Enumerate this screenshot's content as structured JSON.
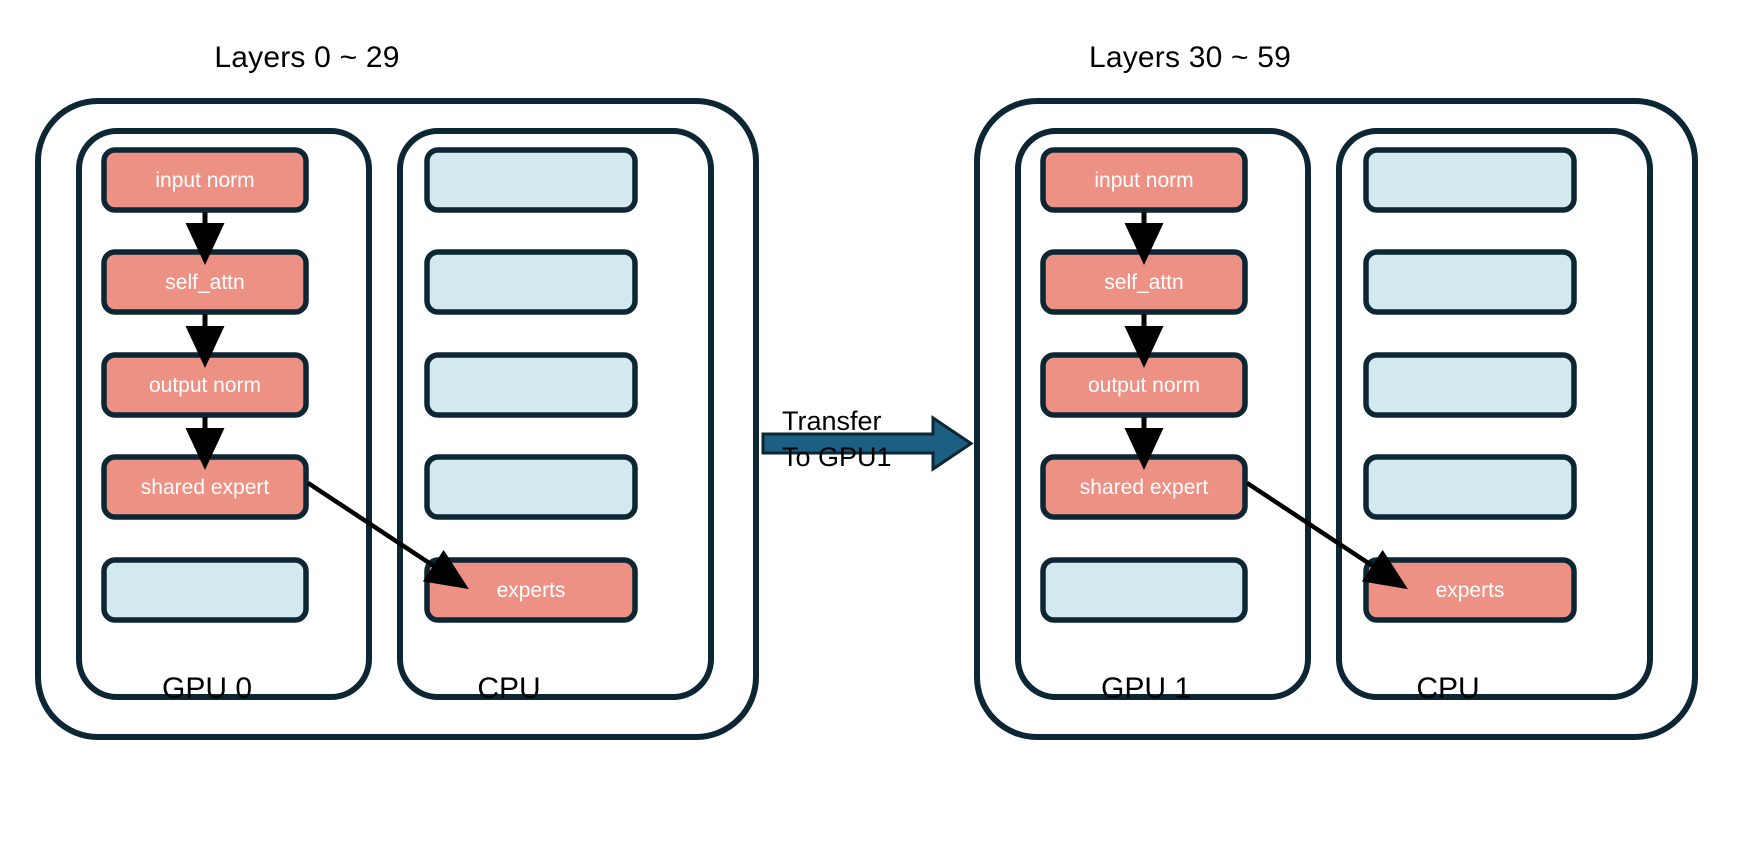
{
  "diagram": {
    "title_left": "Layers 0 ~ 29",
    "title_right": "Layers 30 ~ 59",
    "colors": {
      "active_block": "#EE9185",
      "inactive_block": "#D4E8EF",
      "outline": "#0C2634",
      "transfer_arrow": "#1C5F82",
      "flow_arrow": "#000000",
      "background": "#FFFFFF",
      "block_text": "#FFFFFF",
      "label_text": "#000000"
    },
    "transfer": {
      "line1": "Transfer",
      "line2": "To GPU1"
    },
    "panels": [
      {
        "id": "panel-left",
        "title": "Layers 0 ~ 29",
        "columns": [
          {
            "id": "gpu0",
            "label": "GPU 0",
            "blocks": [
              {
                "label": "input norm",
                "state": "active"
              },
              {
                "label": "self_attn",
                "state": "active"
              },
              {
                "label": "output norm",
                "state": "active"
              },
              {
                "label": "shared expert",
                "state": "active"
              },
              {
                "label": "",
                "state": "inactive"
              }
            ]
          },
          {
            "id": "cpu0",
            "label": "CPU",
            "blocks": [
              {
                "label": "",
                "state": "inactive"
              },
              {
                "label": "",
                "state": "inactive"
              },
              {
                "label": "",
                "state": "inactive"
              },
              {
                "label": "",
                "state": "inactive"
              },
              {
                "label": "experts",
                "state": "active"
              }
            ]
          }
        ]
      },
      {
        "id": "panel-right",
        "title": "Layers 30 ~ 59",
        "columns": [
          {
            "id": "gpu1",
            "label": "GPU 1",
            "blocks": [
              {
                "label": "input norm",
                "state": "active"
              },
              {
                "label": "self_attn",
                "state": "active"
              },
              {
                "label": "output norm",
                "state": "active"
              },
              {
                "label": "shared expert",
                "state": "active"
              },
              {
                "label": "",
                "state": "inactive"
              }
            ]
          },
          {
            "id": "cpu1",
            "label": "CPU",
            "blocks": [
              {
                "label": "",
                "state": "inactive"
              },
              {
                "label": "",
                "state": "inactive"
              },
              {
                "label": "",
                "state": "inactive"
              },
              {
                "label": "",
                "state": "inactive"
              },
              {
                "label": "experts",
                "state": "active"
              }
            ]
          }
        ]
      }
    ],
    "labels": {
      "left_panel_title": "Layers 0 ~ 29",
      "right_panel_title": "Layers 30 ~ 59",
      "gpu0": "GPU 0",
      "cpu_left": "CPU",
      "gpu1": "GPU 1",
      "cpu_right": "CPU",
      "b_l_0": "input norm",
      "b_l_1": "self_attn",
      "b_l_2": "output norm",
      "b_l_3": "shared expert",
      "b_l_cpu4": "experts",
      "b_r_0": "input norm",
      "b_r_1": "self_attn",
      "b_r_2": "output norm",
      "b_r_3": "shared expert",
      "b_r_cpu4": "experts"
    }
  }
}
